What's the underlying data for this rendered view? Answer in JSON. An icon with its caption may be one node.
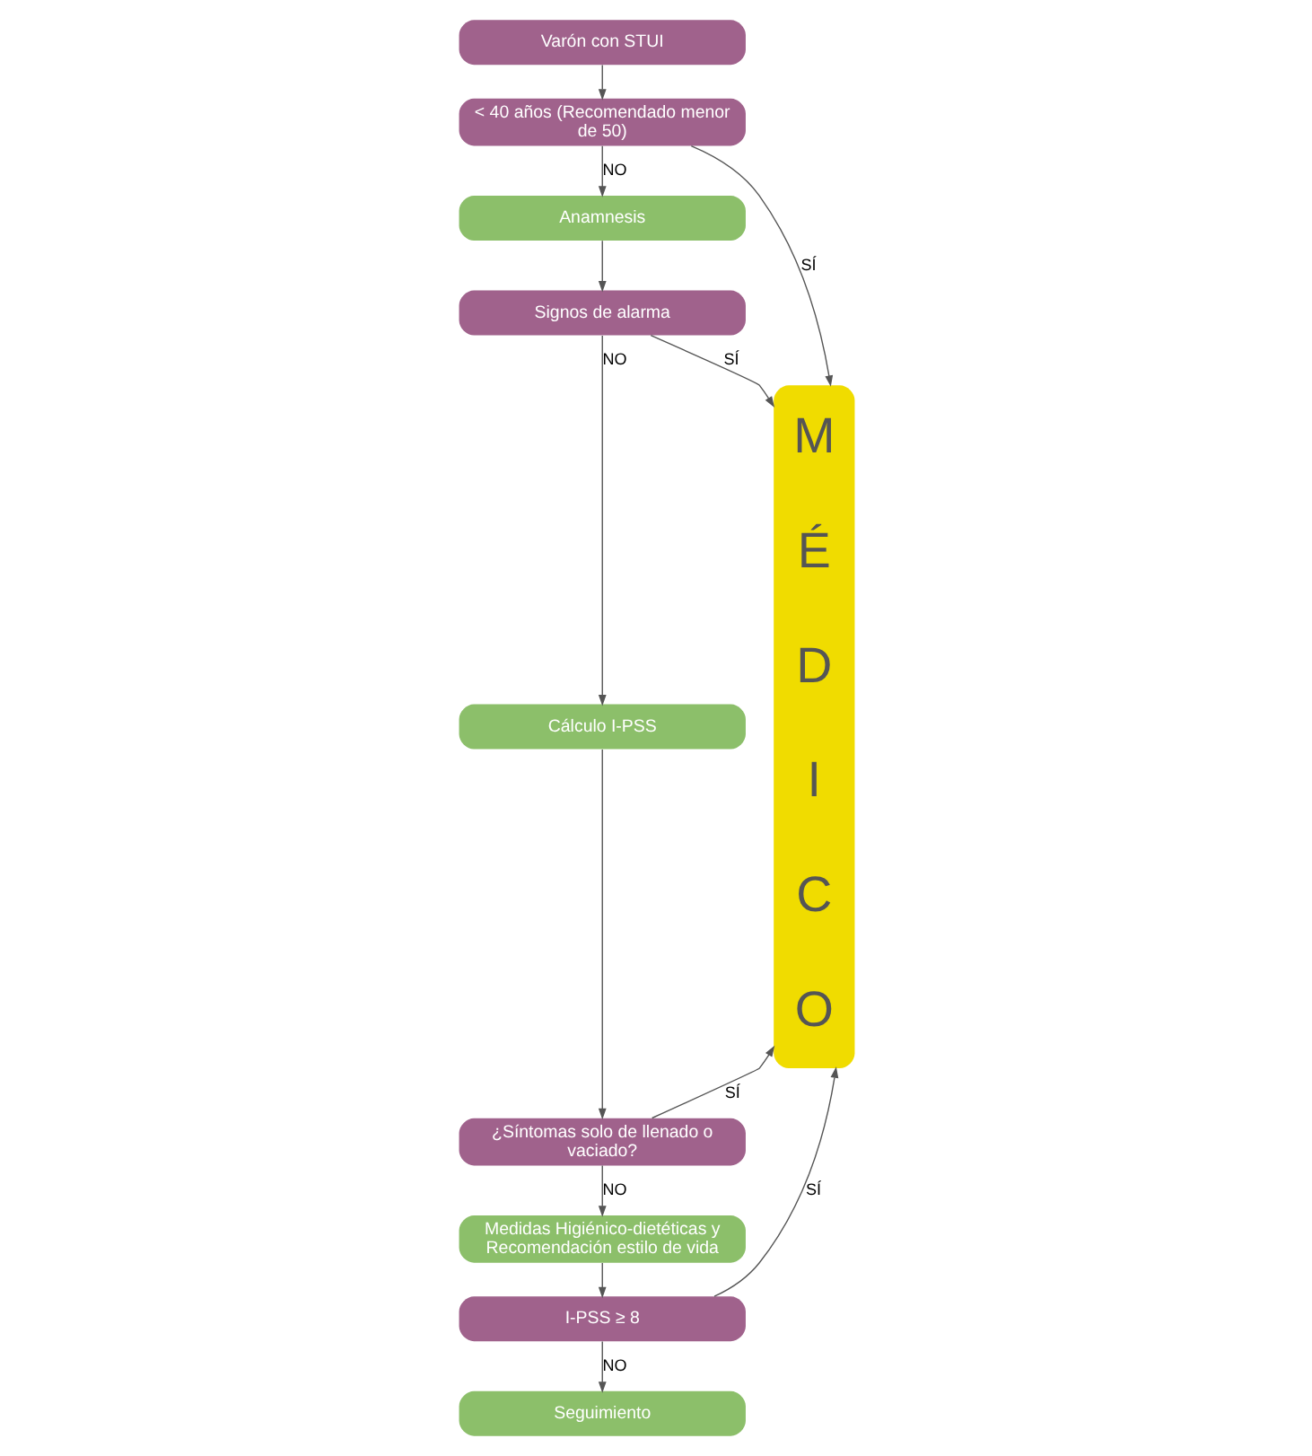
{
  "diagram": {
    "nodes": [
      {
        "text": [
          "Varón con STUI"
        ]
      },
      {
        "text": [
          "< 40 años (Recomendado menor de 50)"
        ]
      },
      {
        "text": [
          "Anamnesis"
        ]
      },
      {
        "text": [
          "Signos de alarma"
        ]
      },
      {
        "text": [
          "Cálculo I-PSS"
        ]
      },
      {
        "text": [
          "¿Síntomas solo de llenado o vaciado?"
        ]
      },
      {
        "text": [
          "Medidas Higiénico-dietéticas y Recomendación estilo de vida"
        ]
      },
      {
        "text": [
          "I-PSS ≥ 8"
        ]
      },
      {
        "text": [
          "Seguimiento"
        ]
      },
      {
        "text": [
          "MÉDICO"
        ]
      }
    ],
    "edges": [
      {
        "from": 0,
        "to": 1,
        "arrow": "to"
      },
      {
        "from": 1,
        "to": 2,
        "arrow": "to",
        "label": "NO"
      },
      {
        "from": 2,
        "to": 3,
        "arrow": "to"
      },
      {
        "from": 3,
        "to": 4,
        "arrow": "to",
        "label": "NO"
      },
      {
        "from": 4,
        "to": 5,
        "arrow": "to"
      },
      {
        "from": 5,
        "to": 6,
        "arrow": "to",
        "label": "NO"
      },
      {
        "from": 6,
        "to": 7,
        "arrow": "to"
      },
      {
        "from": 7,
        "to": 8,
        "arrow": "to",
        "label": "NO"
      },
      {
        "from": 1,
        "to": 9,
        "arrow": "to",
        "label": "SÍ"
      },
      {
        "from": 3,
        "to": 9,
        "arrow": "to",
        "label": "SÍ"
      },
      {
        "from": 5,
        "to": 9,
        "arrow": "to",
        "label": "SÍ"
      },
      {
        "from": 7,
        "to": 9,
        "arrow": "to",
        "label": "SÍ"
      }
    ]
  }
}
